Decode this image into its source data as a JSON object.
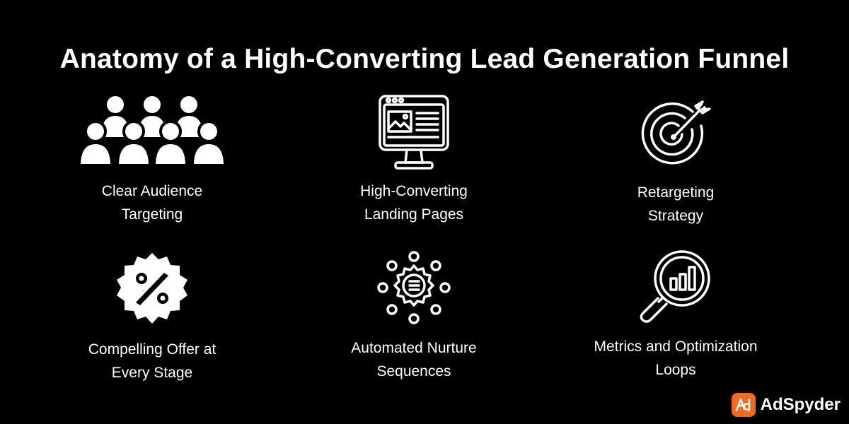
{
  "title": "Anatomy of a High-Converting Lead Generation Funnel",
  "items": [
    {
      "label": "Clear Audience\nTargeting",
      "icon": "audience-group-icon"
    },
    {
      "label": "High-Converting\nLanding Pages",
      "icon": "landing-page-monitor-icon"
    },
    {
      "label": "Retargeting\nStrategy",
      "icon": "target-arrow-icon"
    },
    {
      "label": "Compelling Offer at\nEvery Stage",
      "icon": "percent-badge-icon"
    },
    {
      "label": "Automated Nurture\nSequences",
      "icon": "automation-gear-icon"
    },
    {
      "label": "Metrics and Optimization\nLoops",
      "icon": "analytics-magnifier-icon"
    }
  ],
  "brand": {
    "name": "AdSpyder",
    "accent": "#f26a21"
  },
  "colors": {
    "background": "#000000",
    "text": "#ffffff"
  }
}
